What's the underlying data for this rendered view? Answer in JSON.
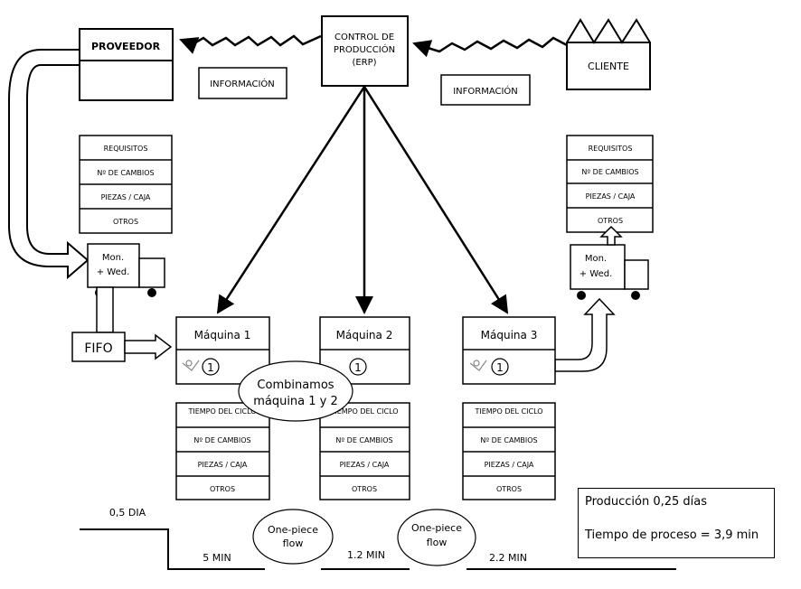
{
  "supplier": {
    "label": "PROVEEDOR"
  },
  "production_control": {
    "line1": "CONTROL DE",
    "line2": "PRODUCCIÓN",
    "line3": "(ERP)"
  },
  "customer": {
    "label": "CLIENTE"
  },
  "info_left": {
    "label": "INFORMACIÓN"
  },
  "info_right": {
    "label": "INFORMACIÓN"
  },
  "supplier_data": [
    "REQUISITOS",
    "Nº DE CAMBIOS",
    "PIEZAS / CAJA",
    "OTROS"
  ],
  "customer_data": [
    "REQUISITOS",
    "Nº DE CAMBIOS",
    "PIEZAS / CAJA",
    "OTROS"
  ],
  "truck_left": {
    "line1": "Mon.",
    "line2": "+ Wed."
  },
  "truck_right": {
    "line1": "Mon.",
    "line2": "+ Wed."
  },
  "fifo": {
    "label": "FIFO"
  },
  "machines": [
    {
      "title": "Máquina 1",
      "operators": "1",
      "data": [
        "TIEMPO DEL CICLO",
        "Nº DE CAMBIOS",
        "PIEZAS / CAJA",
        "OTROS"
      ]
    },
    {
      "title": "Máquina 2",
      "operators": "1",
      "data": [
        "TIEMPO DEL CICLO",
        "Nº DE CAMBIOS",
        "PIEZAS / CAJA",
        "OTROS"
      ]
    },
    {
      "title": "Máquina 3",
      "operators": "1",
      "data": [
        "TIEMPO DEL CICLO",
        "Nº DE CAMBIOS",
        "PIEZAS / CAJA",
        "OTROS"
      ]
    }
  ],
  "combine_note": {
    "line1": "Combinamos",
    "line2": "máquina 1 y 2"
  },
  "one_piece_flow": {
    "line1": "One-piece",
    "line2": "flow"
  },
  "timeline": {
    "wait": "0,5 DIA",
    "t1": "5 MIN",
    "t2": "1.2 MIN",
    "t3": "2.2 MIN"
  },
  "summary": {
    "production": "Producción 0,25 días",
    "process_time": "Tiempo de proceso = 3,9 min"
  }
}
